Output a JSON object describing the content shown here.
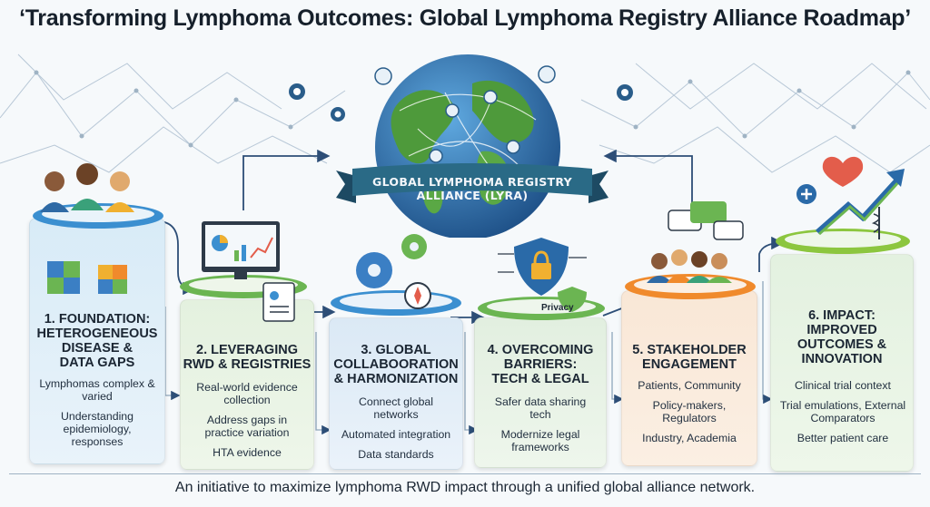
{
  "title": "‘Transforming Lymphoma Outcomes: Global Lymphoma Registry Alliance Roadmap’",
  "banner": "GLOBAL LYMPHOMA REGISTRY ALLIANCE (LYRA)",
  "privacy_label": "Privacy",
  "steps": [
    {
      "title_lines": [
        "1. FOUNDATION:",
        "HETEROGENEOUS",
        "DISEASE &",
        "DATA GAPS"
      ],
      "items": [
        "Lymphomas complex & varied",
        "Understanding epidemiology, responses"
      ],
      "icon": "people-puzzle-icon",
      "color": "#3b8fd0"
    },
    {
      "title_lines": [
        "2. LEVERAGING",
        "RWD & REGISTRIES"
      ],
      "items": [
        "Real-world evidence collection",
        "Address gaps in practice variation",
        "HTA evidence"
      ],
      "icon": "monitor-chart-icon",
      "color": "#6bb552"
    },
    {
      "title_lines": [
        "3. GLOBAL",
        "COLLABOORATION",
        "& HARMONIZATION"
      ],
      "items": [
        "Connect global networks",
        "Automated integration",
        "Data standards"
      ],
      "icon": "gears-compass-icon",
      "color": "#3b8fd0"
    },
    {
      "title_lines": [
        "4. OVERCOMING",
        "BARRIERS:",
        "TECH & LEGAL"
      ],
      "items": [
        "Safer data sharing tech",
        "Modernize legal frameworks"
      ],
      "icon": "shield-lock-icon",
      "color": "#6bb552"
    },
    {
      "title_lines": [
        "5. STAKEHOLDER",
        "ENGAGEMENT"
      ],
      "items": [
        "Patients, Community",
        "Policy-makers, Regulators",
        "Industry, Academia"
      ],
      "icon": "group-chat-icon",
      "color": "#f08a2c"
    },
    {
      "title_lines": [
        "6. IMPACT:",
        "IMPROVED",
        "OUTCOMES &",
        "INNOVATION"
      ],
      "items": [
        "Clinical trial context",
        "Trial emulations, External Comparators",
        "Better patient care"
      ],
      "icon": "heart-arrow-icon",
      "color": "#6bb552"
    }
  ],
  "footer": "An initiative to maximize lymphoma RWD impact through a unified global alliance network."
}
